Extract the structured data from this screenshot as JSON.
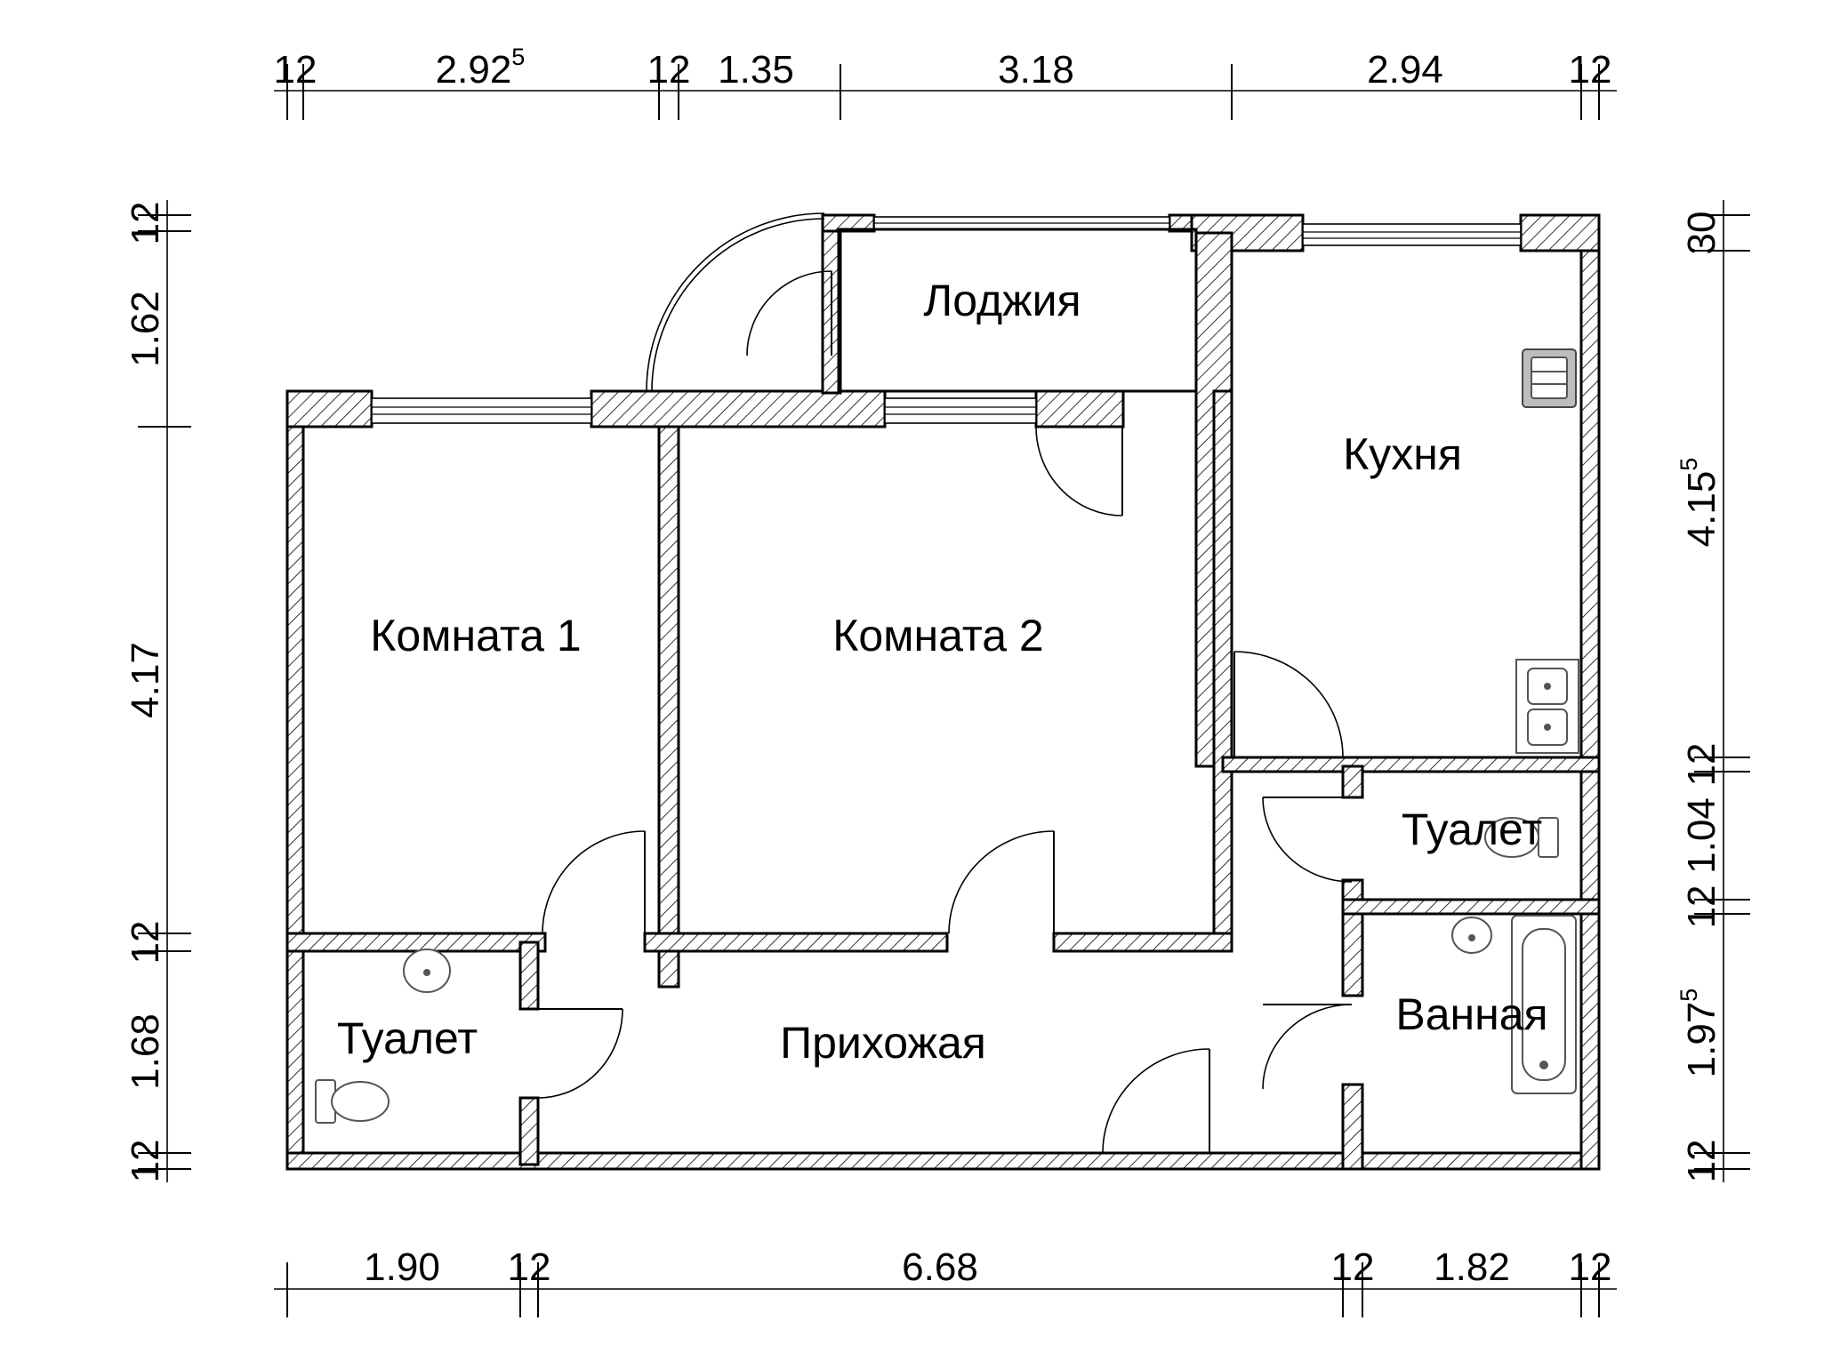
{
  "dimensions": {
    "top": [
      "12",
      "2.92",
      "5",
      "12",
      "1.35",
      "3.18",
      "2.94",
      "12"
    ],
    "bottom": [
      "1.90",
      "12",
      "6.68",
      "12",
      "1.82",
      "12"
    ],
    "left": [
      "12",
      "1.62",
      "4.17",
      "12",
      "1.68",
      "12"
    ],
    "right": [
      "30",
      "4.15",
      "5",
      "12",
      "1.04",
      "12",
      "1.97",
      "5",
      "12"
    ]
  },
  "rooms": {
    "loggia": "Лоджия",
    "kitchen": "Кухня",
    "room1": "Комната 1",
    "room2": "Комната 2",
    "toilet_right": "Туалет",
    "bathroom": "Ванная",
    "toilet_left": "Туалет",
    "hallway": "Прихожая"
  }
}
